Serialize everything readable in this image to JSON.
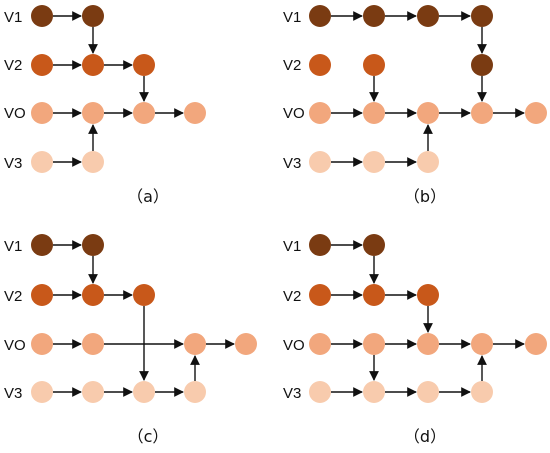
{
  "colors": {
    "V1": "#7a3b12",
    "V2": "#c8581a",
    "VO": "#f2a77d",
    "V3": "#f8cbad",
    "arrow": "#111111",
    "background": "#ffffff"
  },
  "panels": [
    {
      "caption": "（a）",
      "row_labels": [
        "V1",
        "V2",
        "VO",
        "V3"
      ],
      "rows": {
        "V1": [
          0,
          1
        ],
        "V2": [
          0,
          1,
          2
        ],
        "VO": [
          0,
          1,
          2,
          3
        ],
        "V3": [
          0,
          1
        ]
      },
      "node_color": {
        "V1": "V1",
        "V2": "V2",
        "VO": "VO",
        "V3": "V3"
      },
      "edges": [
        [
          "V1",
          0,
          "V1",
          1
        ],
        [
          "V1",
          1,
          "V2",
          1
        ],
        [
          "V2",
          0,
          "V2",
          1
        ],
        [
          "V2",
          1,
          "V2",
          2
        ],
        [
          "V2",
          2,
          "VO",
          2
        ],
        [
          "VO",
          0,
          "VO",
          1
        ],
        [
          "VO",
          1,
          "VO",
          2
        ],
        [
          "VO",
          2,
          "VO",
          3
        ],
        [
          "V3",
          0,
          "V3",
          1
        ],
        [
          "V3",
          1,
          "VO",
          1
        ]
      ]
    },
    {
      "caption": "（b）",
      "row_labels": [
        "V1",
        "V2",
        "VO",
        "V3"
      ],
      "rows": {
        "V1": [
          0,
          1,
          2,
          3
        ],
        "V2": [
          0,
          1,
          3
        ],
        "VO": [
          0,
          1,
          2,
          3,
          4
        ],
        "V3": [
          0,
          1,
          2
        ]
      },
      "node_color": {
        "V1": "V1",
        "V2": "V2",
        "VO": "VO",
        "V3": "V3"
      },
      "override_color": [
        [
          "V2",
          3,
          "V1"
        ]
      ],
      "edges": [
        [
          "V1",
          0,
          "V1",
          1
        ],
        [
          "V1",
          1,
          "V1",
          2
        ],
        [
          "V1",
          2,
          "V1",
          3
        ],
        [
          "V1",
          3,
          "V2",
          3
        ],
        [
          "V2",
          1,
          "VO",
          1
        ],
        [
          "V2",
          3,
          "VO",
          3
        ],
        [
          "VO",
          0,
          "VO",
          1
        ],
        [
          "VO",
          1,
          "VO",
          2
        ],
        [
          "VO",
          2,
          "VO",
          3
        ],
        [
          "VO",
          3,
          "VO",
          4
        ],
        [
          "V3",
          0,
          "V3",
          1
        ],
        [
          "V3",
          1,
          "V3",
          2
        ],
        [
          "V3",
          2,
          "VO",
          2
        ]
      ]
    },
    {
      "caption": "（c）",
      "row_labels": [
        "V1",
        "V2",
        "VO",
        "V3"
      ],
      "rows": {
        "V1": [
          0,
          1
        ],
        "V2": [
          0,
          1,
          2
        ],
        "VO": [
          0,
          1,
          3,
          4
        ],
        "V3": [
          0,
          1,
          2,
          3
        ]
      },
      "node_color": {
        "V1": "V1",
        "V2": "V2",
        "VO": "VO",
        "V3": "V3"
      },
      "edges": [
        [
          "V1",
          0,
          "V1",
          1
        ],
        [
          "V1",
          1,
          "V2",
          1
        ],
        [
          "V2",
          0,
          "V2",
          1
        ],
        [
          "V2",
          1,
          "V2",
          2
        ],
        [
          "V2",
          2,
          "V3",
          2
        ],
        [
          "VO",
          0,
          "VO",
          1
        ],
        [
          "VO",
          1,
          "VO",
          3
        ],
        [
          "VO",
          3,
          "VO",
          4
        ],
        [
          "V3",
          0,
          "V3",
          1
        ],
        [
          "V3",
          1,
          "V3",
          2
        ],
        [
          "V3",
          2,
          "V3",
          3
        ],
        [
          "V3",
          3,
          "VO",
          3
        ]
      ]
    },
    {
      "caption": "（d）",
      "row_labels": [
        "V1",
        "V2",
        "VO",
        "V3"
      ],
      "rows": {
        "V1": [
          0,
          1
        ],
        "V2": [
          0,
          1,
          2
        ],
        "VO": [
          0,
          1,
          2,
          3,
          4
        ],
        "V3": [
          0,
          1,
          2,
          3
        ]
      },
      "node_color": {
        "V1": "V1",
        "V2": "V2",
        "VO": "VO",
        "V3": "V3"
      },
      "edges": [
        [
          "V1",
          0,
          "V1",
          1
        ],
        [
          "V1",
          1,
          "V2",
          1
        ],
        [
          "V2",
          0,
          "V2",
          1
        ],
        [
          "V2",
          1,
          "V2",
          2
        ],
        [
          "V2",
          2,
          "VO",
          2
        ],
        [
          "VO",
          0,
          "VO",
          1
        ],
        [
          "VO",
          1,
          "VO",
          2
        ],
        [
          "VO",
          2,
          "VO",
          3
        ],
        [
          "VO",
          3,
          "VO",
          4
        ],
        [
          "VO",
          1,
          "V3",
          1
        ],
        [
          "V3",
          0,
          "V3",
          1
        ],
        [
          "V3",
          1,
          "V3",
          2
        ],
        [
          "V3",
          2,
          "V3",
          3
        ],
        [
          "V3",
          3,
          "VO",
          3
        ]
      ]
    }
  ]
}
